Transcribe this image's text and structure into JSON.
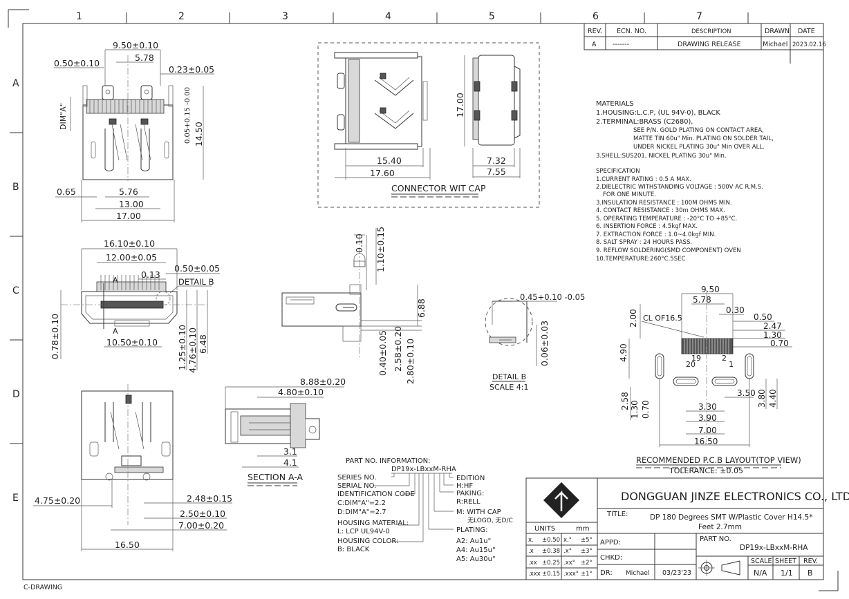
{
  "grid": {
    "cols": [
      "1",
      "2",
      "3",
      "4",
      "5",
      "6",
      "7"
    ],
    "rows": [
      "A",
      "B",
      "C",
      "D",
      "E"
    ]
  },
  "revision_block": {
    "headers": [
      "REV.",
      "ECN. NO.",
      "DESCRIPTION",
      "DRAWN",
      "DATE"
    ],
    "row": [
      "A",
      "-------",
      "DRAWING RELEASE",
      "Michael",
      "2023.02.16"
    ]
  },
  "top_view_dims": [
    "9.50±0.10",
    "5.78",
    "0.50±0.10",
    "0.23±0.05",
    "DIM\"A\"",
    "0.05+0.15 -0.00",
    "14.50",
    "0.65",
    "5.76",
    "13.00",
    "17.00"
  ],
  "cap_view": {
    "dims": [
      "17.00",
      "15.40",
      "17.60",
      "7.32",
      "7.55"
    ],
    "caption": "CONNECTOR WIT CAP"
  },
  "front_view_dims": [
    "16.10±0.10",
    "12.00±0.05",
    "0.50±0.05",
    "0.13",
    "DETAIL B",
    "A",
    "A",
    "10.50±0.10",
    "0.78±0.10",
    "1.25±0.10",
    "4.76±0.10",
    "6.48"
  ],
  "side_view_dims": [
    "0.10",
    "1.10±0.15",
    "6.88",
    "0.40±0.05",
    "2.58±0.20",
    "2.80±0.10"
  ],
  "detail_b": {
    "dims": [
      "0.45+0.10 -0.05",
      "0.06±0.03"
    ],
    "caption": "DETAIL B",
    "scale": "SCALE 4:1"
  },
  "section_aa": {
    "dims": [
      "8.88±0.20",
      "4.80±0.10",
      "3.1",
      "4.1"
    ],
    "caption": "SECTION A-A"
  },
  "bottom_view_dims": [
    "4.75±0.20",
    "2.48±0.15",
    "2.50±0.10",
    "7.00±0.20",
    "16.50"
  ],
  "materials": {
    "title": "MATERIALS",
    "lines": [
      "1.HOUSING:L.C.P, (UL 94V-0), BLACK",
      "2.TERMINAL:BRASS (C2680),",
      "SEE P/N. GOLD PLATING  ON CONTACT AREA,",
      "MATTE TIN 60u\" Min. PLATING ON SOLDER TAIL,",
      "UNDER NICKEL PLATING 30u\" Min OVER ALL.",
      "3.SHELL:SUS201, NICKEL PLATING 30u\" Min."
    ]
  },
  "specification": {
    "title": "SPECIFICATION",
    "lines": [
      "1.CURRENT RATING : 0.5 A MAX.",
      "2.DIELECTRIC WITHSTANDING VOLTAGE : 500V AC R.M.S.",
      "FOR ONE MINUTE.",
      "3.INSULATION RESISTANCE : 100M OHMS MIN.",
      "4. CONTACT RESISTANCE : 30m OHMS MAX.",
      "5. OPERATING TEMPERATURE : -20°C TO +85°C.",
      "6. INSERTION FORCE : 4.5kgf MAX.",
      "7. EXTRACTION FORCE : 1.0~4.0kgf MIN.",
      "8. SALT SPRAY : 24 HOURS PASS.",
      "9. REFLOW SOLDERING(SMD COMPONENT) OVEN",
      "10.TEMPERATURE:260°C.5SEC"
    ]
  },
  "pcb_layout": {
    "dims": [
      "9.50",
      "5.78",
      "0.30",
      "0.50",
      "2.47",
      "1.30",
      "0.70",
      "CL OF16.5",
      "2.00",
      "4.90",
      "19",
      "2",
      "20",
      "1",
      "3.50",
      "3.80",
      "4.40",
      "2.58",
      "1.30",
      "0.70",
      "3.30",
      "3.90",
      "7.00",
      "16.50"
    ],
    "caption": "RECOMMENDED P.C.B LAYOUT(TOP VIEW)",
    "tolerance": "TOLERANCE: ±0.05"
  },
  "part_number_info": {
    "title": "PART NO. INFORMATION:",
    "code": "DP19x-LBxxM-RHA",
    "left_lines": [
      "SERIES NO.",
      "SERIAL NO.",
      "IDENTIFICATION CODE",
      "C:DIM\"A\"=2.2",
      "D:DIM\"A\"=2.7",
      "HOUSING MATERIAL:",
      "L: LCP UL94V-0",
      "HOUSING COLOR:",
      "B: BLACK"
    ],
    "right_lines": [
      "EDITION",
      "H:HF",
      "PAKING:",
      "R:RELL",
      "M: WITH CAP",
      "无LOGO, 无D/C",
      "PLATING:",
      "A2: Au1u\"",
      "A4: Au15u\"",
      "A5: Au30u\""
    ]
  },
  "title_block": {
    "company": "DONGGUAN JINZE ELECTRONICS CO., LTD",
    "title_label": "TITLE:",
    "title_line1": "DP 180 Degrees SMT W/Plastic Cover H14.5*",
    "title_line2": "Feet 2.7mm",
    "units_label": "UNITS",
    "units_value": "mm",
    "tolerances": [
      [
        "x.",
        "±0.50",
        "x.°",
        "±5°"
      ],
      [
        ".x",
        "±0.38",
        ".x°",
        "±3°"
      ],
      [
        ".xx",
        "±0.25",
        ".xx°",
        "±2°"
      ],
      [
        ".xxx",
        "±0.15",
        ".xxx°",
        "±1°"
      ]
    ],
    "appd": "APPD:",
    "chkd": "CHKD:",
    "dr_label": "DR:",
    "dr_value": "Michael",
    "date": "03/23'23",
    "part_no_label": "PART NO.",
    "part_no_value": "DP19x-LBxxM-RHA",
    "scale_label": "SCALE",
    "sheet_label": "SHEET",
    "rev_label": "REV.",
    "scale_value": "N/A",
    "sheet_value": "1/1",
    "rev_value": "B"
  },
  "footer": "C-DRAWING"
}
